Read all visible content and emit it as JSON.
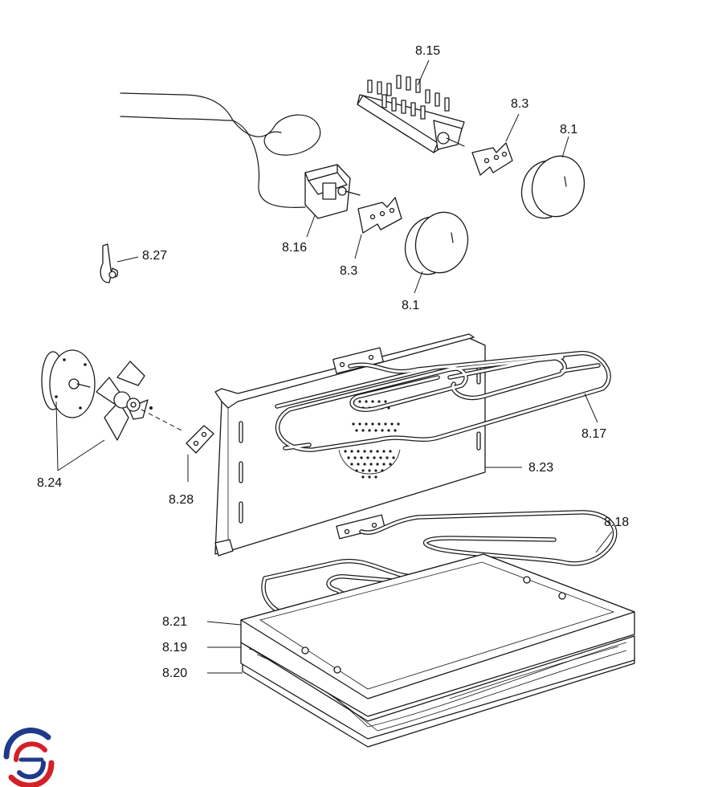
{
  "labels": {
    "l_8_15": "8.15",
    "l_8_3_a": "8.3",
    "l_8_1_a": "8.1",
    "l_8_16": "8.16",
    "l_8_3_b": "8.3",
    "l_8_1_b": "8.1",
    "l_8_27": "8.27",
    "l_8_17": "8.17",
    "l_8_23": "8.23",
    "l_8_24": "8.24",
    "l_8_28": "8.28",
    "l_8_18": "8.18",
    "l_8_21": "8.21",
    "l_8_19": "8.19",
    "l_8_20": "8.20"
  },
  "logo": {
    "colors": {
      "blue": "#1f3a8a",
      "red": "#d42027"
    }
  }
}
